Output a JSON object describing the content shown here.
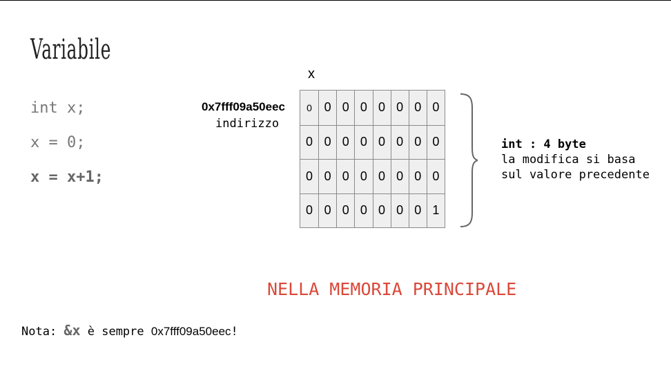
{
  "slide": {
    "title": "Variabile",
    "code_lines": [
      "int x;",
      "x = 0;",
      "x = x+1;"
    ],
    "variable_name": "x",
    "address": "0x7fff09a50eec",
    "address_label": "indirizzo",
    "memory_rows": [
      [
        "0",
        "0",
        "0",
        "0",
        "0",
        "0",
        "0",
        "0"
      ],
      [
        "0",
        "0",
        "0",
        "0",
        "0",
        "0",
        "0",
        "0"
      ],
      [
        "0",
        "0",
        "0",
        "0",
        "0",
        "0",
        "0",
        "0"
      ],
      [
        "0",
        "0",
        "0",
        "0",
        "0",
        "0",
        "0",
        "1"
      ]
    ],
    "type_info": {
      "line1": "int : 4 byte",
      "line2": "la modifica si basa",
      "line3": "sul valore precedente"
    },
    "caption": "NELLA MEMORIA PRINCIPALE",
    "note": {
      "prefix": "Nota: ",
      "ref": "&x",
      "middle": " è sempre ",
      "address": "0x7fff09a50eec",
      "suffix": "!"
    },
    "colors": {
      "caption": "#d9493a",
      "cell_bg": "#efefef"
    }
  }
}
